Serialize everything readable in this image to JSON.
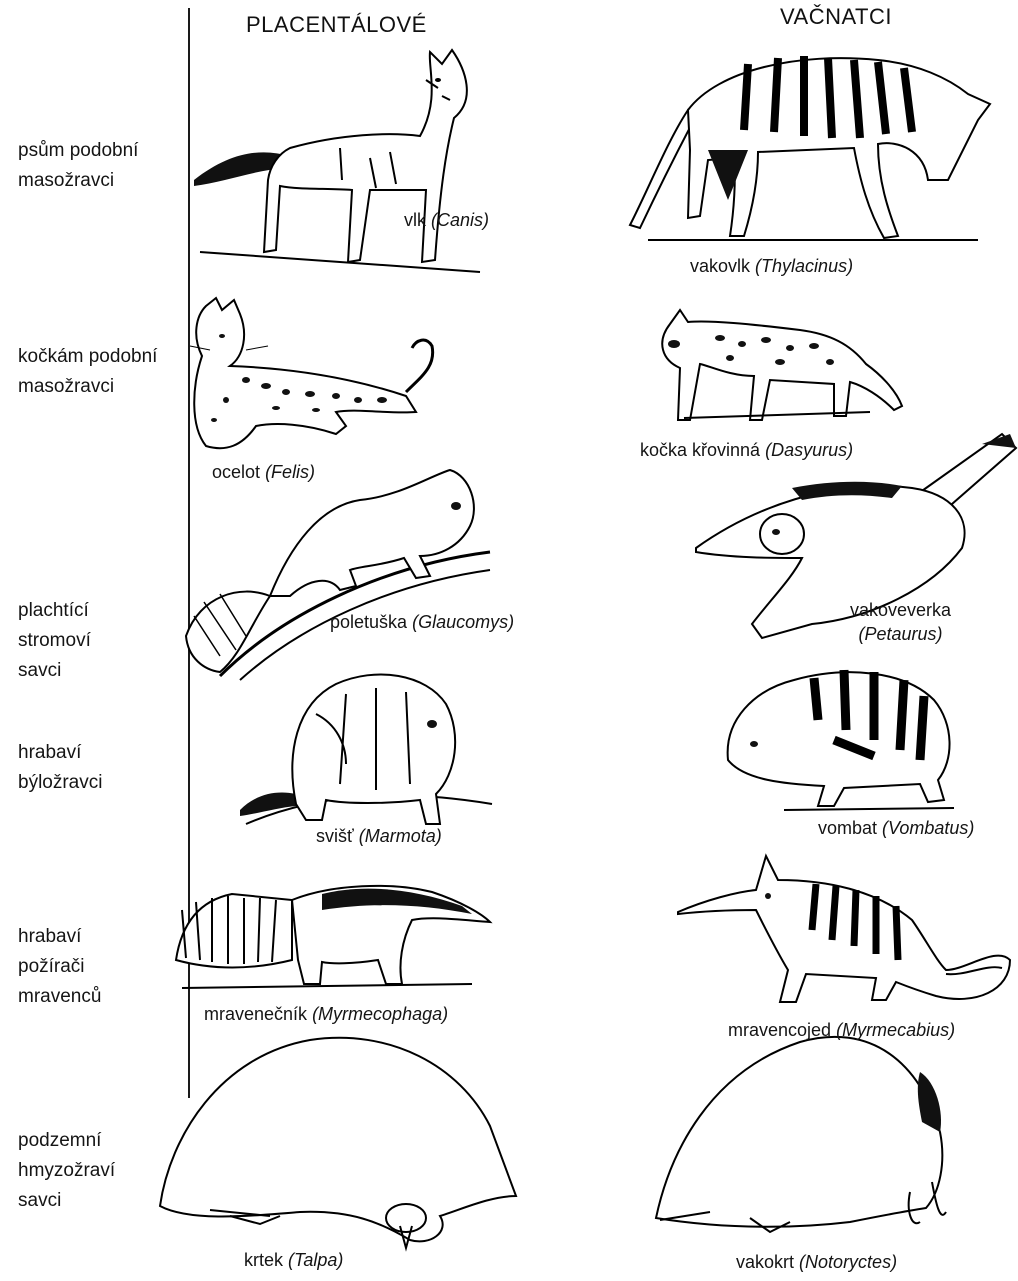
{
  "headers": {
    "placental": "PLACENTÁLOVÉ",
    "marsupial": "VAČNATCI"
  },
  "rows": [
    {
      "label_lines": [
        "psům podobní",
        "masožravci"
      ],
      "placental": {
        "common": "vlk",
        "scientific": "(Canis)"
      },
      "marsupial": {
        "common": "vakovlk",
        "scientific": "(Thylacinus)"
      }
    },
    {
      "label_lines": [
        "kočkám podobní",
        "masožravci"
      ],
      "placental": {
        "common": "ocelot",
        "scientific": "(Felis)"
      },
      "marsupial": {
        "common": "kočka křovinná",
        "scientific": "(Dasyurus)"
      }
    },
    {
      "label_lines": [
        "plachtící",
        "stromoví",
        "savci"
      ],
      "placental": {
        "common": "poletuška",
        "scientific": "(Glaucomys)"
      },
      "marsupial": {
        "common": "vakoveverka",
        "scientific": "(Petaurus)"
      }
    },
    {
      "label_lines": [
        "hrabaví",
        "býložravci"
      ],
      "placental": {
        "common": "svišť",
        "scientific": "(Marmota)"
      },
      "marsupial": {
        "common": "vombat",
        "scientific": "(Vombatus)"
      }
    },
    {
      "label_lines": [
        "hrabaví",
        "požírači",
        "mravenců"
      ],
      "placental": {
        "common": "mravenečník",
        "scientific": "(Myrmecophaga)"
      },
      "marsupial": {
        "common": "mravencojed",
        "scientific": "(Myrmecabius)"
      }
    },
    {
      "label_lines": [
        "podzemní",
        "hmyzožraví",
        "savci"
      ],
      "placental": {
        "common": "krtek",
        "scientific": "(Talpa)"
      },
      "marsupial": {
        "common": "vakokrt",
        "scientific": "(Notoryctes)"
      }
    }
  ]
}
